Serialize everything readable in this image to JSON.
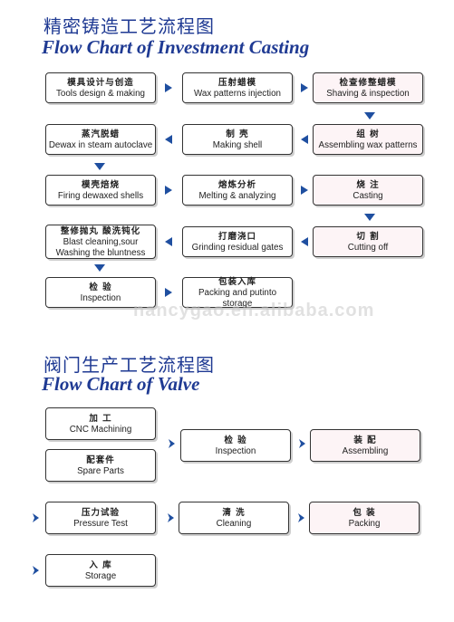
{
  "casting": {
    "title_cn": "精密铸造工艺流程图",
    "title_en": "Flow Chart of Investment Casting",
    "steps": [
      {
        "cn": "模具设计与创造",
        "en": "Tools design & making"
      },
      {
        "cn": "压射蜡模",
        "en": "Wax patterns injection"
      },
      {
        "cn": "检查修整蜡模",
        "en": "Shaving & inspection"
      },
      {
        "cn": "组 树",
        "en": "Assembling wax patterns"
      },
      {
        "cn": "制 壳",
        "en": "Making shell"
      },
      {
        "cn": "蒸汽脱蜡",
        "en": "Dewax in steam autoclave"
      },
      {
        "cn": "模壳焙烧",
        "en": "Firing dewaxed shells"
      },
      {
        "cn": "熔炼分析",
        "en": "Melting & analyzing"
      },
      {
        "cn": "烧 注",
        "en": "Casting"
      },
      {
        "cn": "切 割",
        "en": "Cutting off"
      },
      {
        "cn": "打磨浇口",
        "en": "Grinding residual gates"
      },
      {
        "cn": "整修抛丸 酸洗钝化",
        "en": "Blast cleaning,sour",
        "en2": "Washing the bluntness"
      },
      {
        "cn": "检 验",
        "en": "Inspection"
      },
      {
        "cn": "包装入库",
        "en": "Packing and putinto storage"
      }
    ]
  },
  "valve": {
    "title_cn": "阀门生产工艺流程图",
    "title_en": "Flow Chart of Valve",
    "steps": [
      {
        "cn": "加 工",
        "en": "CNC Machining"
      },
      {
        "cn": "配套件",
        "en": "Spare Parts"
      },
      {
        "cn": "检 验",
        "en": "Inspection"
      },
      {
        "cn": "装 配",
        "en": "Assembling"
      },
      {
        "cn": "压力试验",
        "en": "Pressure Test"
      },
      {
        "cn": "清 洗",
        "en": "Cleaning"
      },
      {
        "cn": "包 装",
        "en": "Packing"
      },
      {
        "cn": "入 库",
        "en": "Storage"
      }
    ]
  },
  "watermark": "nancygao.en.alibaba.com",
  "colors": {
    "accent": "#1f3a93",
    "arrow": "#1f4fa0",
    "box_border": "#333333"
  }
}
